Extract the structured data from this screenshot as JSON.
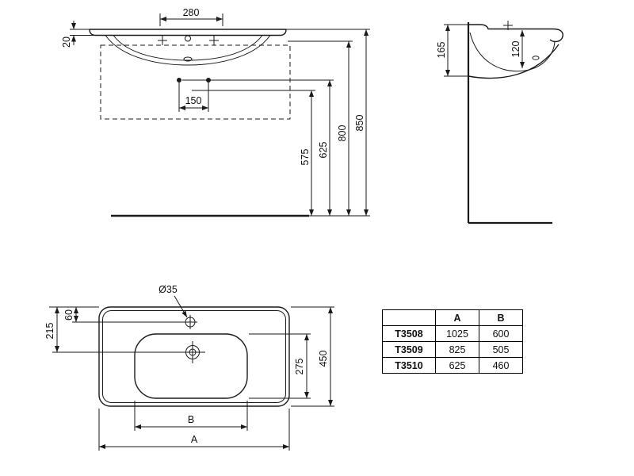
{
  "page": {
    "background": "#ffffff",
    "line_color": "#1a1a1a"
  },
  "front_view": {
    "dim_280": "280",
    "dim_20": "20",
    "dim_150": "150",
    "dim_575": "575",
    "dim_625": "625",
    "dim_800": "800",
    "dim_850": "850"
  },
  "side_view": {
    "dim_165": "165",
    "dim_120": "120"
  },
  "plan_view": {
    "dim_diameter": "Ø35",
    "dim_215": "215",
    "dim_60": "60",
    "dim_275": "275",
    "dim_450": "450",
    "dim_b": "B",
    "dim_a": "A"
  },
  "size_table": {
    "corner": "",
    "col_a": "A",
    "col_b": "B",
    "rows": [
      {
        "model": "T3508",
        "a": "1025",
        "b": "600"
      },
      {
        "model": "T3509",
        "a": "825",
        "b": "505"
      },
      {
        "model": "T3510",
        "a": "625",
        "b": "460"
      }
    ]
  }
}
